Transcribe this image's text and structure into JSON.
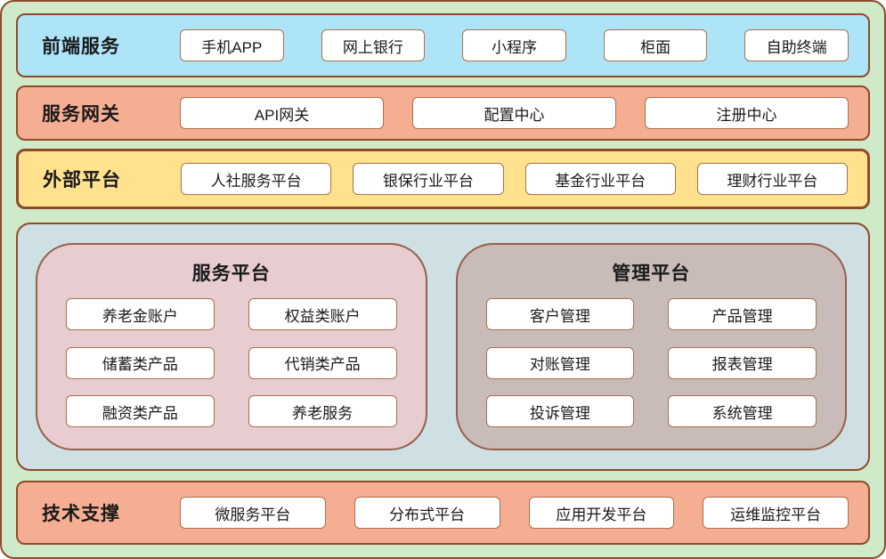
{
  "layers": [
    {
      "id": "frontend",
      "label": "前端服务",
      "items": [
        "手机APP",
        "网上银行",
        "小程序",
        "柜面",
        "自助终端"
      ]
    },
    {
      "id": "gateway",
      "label": "服务网关",
      "items": [
        "API网关",
        "配置中心",
        "注册中心"
      ]
    },
    {
      "id": "external",
      "label": "外部平台",
      "items": [
        "人社服务平台",
        "银保行业平台",
        "基金行业平台",
        "理财行业平台"
      ]
    },
    {
      "id": "support",
      "label": "技术支撑",
      "items": [
        "微服务平台",
        "分布式平台",
        "应用开发平台",
        "运维监控平台"
      ]
    }
  ],
  "platforms": [
    {
      "id": "service",
      "title": "服务平台",
      "items": [
        "养老金账户",
        "权益类账户",
        "储蓄类产品",
        "代销类产品",
        "融资类产品",
        "养老服务"
      ]
    },
    {
      "id": "management",
      "title": "管理平台",
      "items": [
        "客户管理",
        "产品管理",
        "对账管理",
        "报表管理",
        "投诉管理",
        "系统管理"
      ]
    }
  ],
  "colors": {
    "page_bg": "#cfeac8",
    "frontend_bg": "#aee4f8",
    "gateway_bg": "#f6ae92",
    "external_bg": "#ffe18e",
    "middle_bg": "#cfe0e4",
    "service_bg": "#e7ccd0",
    "management_bg": "#c9bbb7",
    "support_bg": "#f6ae92",
    "border": "#8e4a2b",
    "panel_border": "#96604a",
    "box_border": "#a9714d",
    "box_bg": "#ffffff"
  }
}
